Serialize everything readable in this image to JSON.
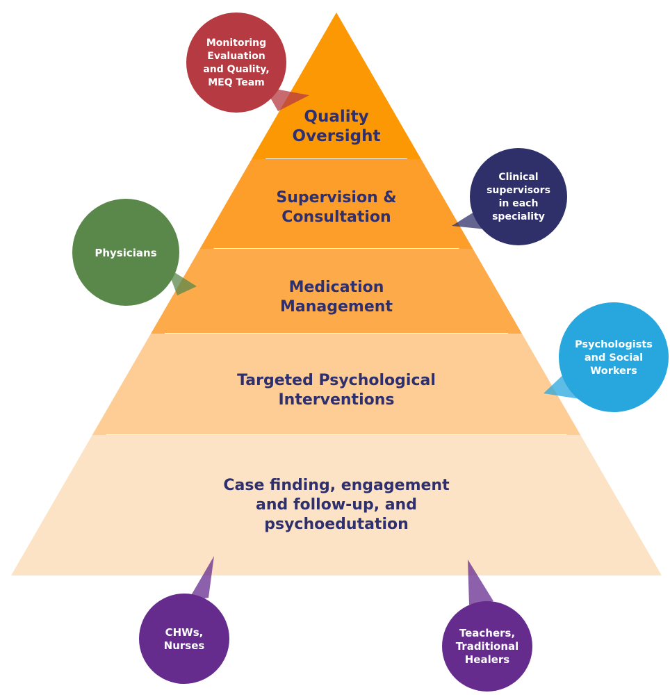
{
  "diagram": {
    "title": "Pyramid of care tiers",
    "tiers": [
      {
        "label_lines": [
          "Quality",
          "Oversight"
        ],
        "color": "#fb9804"
      },
      {
        "label_lines": [
          "Supervision &",
          "Consultation"
        ],
        "color": "#fd9e2a"
      },
      {
        "label_lines": [
          "Medication",
          "Management"
        ],
        "color": "#fdab4a"
      },
      {
        "label_lines": [
          "Targeted Psychological",
          "Interventions"
        ],
        "color": "#fecd95"
      },
      {
        "label_lines": [
          "Case finding, engagement",
          "and follow-up, and",
          "psychoedutation"
        ],
        "color": "#fde3c5"
      }
    ],
    "bubbles": [
      {
        "label_lines": [
          "Monitoring",
          "Evaluation",
          "and Quality,",
          "MEQ Team"
        ],
        "color": "#b53a42",
        "points_to_tier": 0
      },
      {
        "label_lines": [
          "Clinical",
          "supervisors",
          "in each",
          "speciality"
        ],
        "color": "#2f3069",
        "points_to_tier": 1
      },
      {
        "label_lines": [
          "Physicians"
        ],
        "color": "#5a874a",
        "points_to_tier": 2
      },
      {
        "label_lines": [
          "Psychologists",
          "and Social",
          "Workers"
        ],
        "color": "#27a7de",
        "points_to_tier": 3
      },
      {
        "label_lines": [
          "CHWs,",
          "Nurses"
        ],
        "color": "#652b8d",
        "points_to_tier": 4
      },
      {
        "label_lines": [
          "Teachers,",
          "Traditional",
          "Healers"
        ],
        "color": "#652b8d",
        "points_to_tier": 4
      }
    ],
    "text_color": "#2e2f6e",
    "separator_color": "#ffffff"
  }
}
